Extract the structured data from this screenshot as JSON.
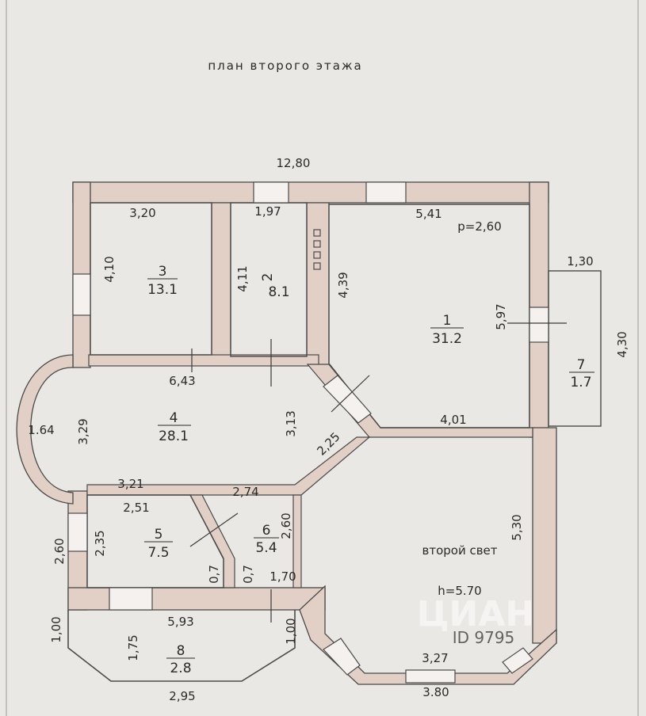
{
  "plan": {
    "title": "план второго этажа",
    "watermark": {
      "brand": "ЦИАН",
      "id": "ID 9795"
    },
    "colors": {
      "wall": "#e2cfc6",
      "line": "#4a4a4a",
      "paper": "#e9e8e4"
    },
    "dimensions": {
      "overall_width": "12,80",
      "room3_width": "3,20",
      "room3_height": "4,10",
      "room2_width": "1,97",
      "room2_height": "4,11",
      "room1_width": "5,41",
      "room1_height": "4,39",
      "room1_side": "5,97",
      "room1_ceiling": "p=2,60",
      "balcony_width": "1,30",
      "balcony_height": "4,30",
      "room1_bottom": "4,01",
      "hall_top": "6,43",
      "bay_depth": "1.64",
      "hall_left": "3,29",
      "hall_right": "3,13",
      "hall_diagonal": "2,25",
      "hall_bottom": "3,21",
      "room5_top": "2,51",
      "room5_diagonal": "2,74",
      "room5_height": "2,35",
      "wall_left_lower": "2,60",
      "room6_height": "2,60",
      "room5_door": "0,7",
      "room6_door": "0,7",
      "room6_width": "1,70",
      "lightwell_height": "5,30",
      "lightwell_ceiling": "h=5.70",
      "room8_width": "5,93",
      "room8_left": "1,00",
      "room8_depth": "1,75",
      "room8_right": "1,00",
      "room8_bottom": "2,95",
      "bay_bottom_inner": "3,27",
      "bay_bottom_outer": "3.80"
    },
    "rooms": [
      {
        "number": "3",
        "area": "13.1"
      },
      {
        "number": "2",
        "area": "8.1"
      },
      {
        "number": "1",
        "area": "31.2"
      },
      {
        "number": "7",
        "area": "1.7"
      },
      {
        "number": "4",
        "area": "28.1"
      },
      {
        "number": "5",
        "area": "7.5"
      },
      {
        "number": "6",
        "area": "5.4"
      },
      {
        "number": "8",
        "area": "2.8"
      }
    ],
    "lightwell_label": "второй свет"
  }
}
